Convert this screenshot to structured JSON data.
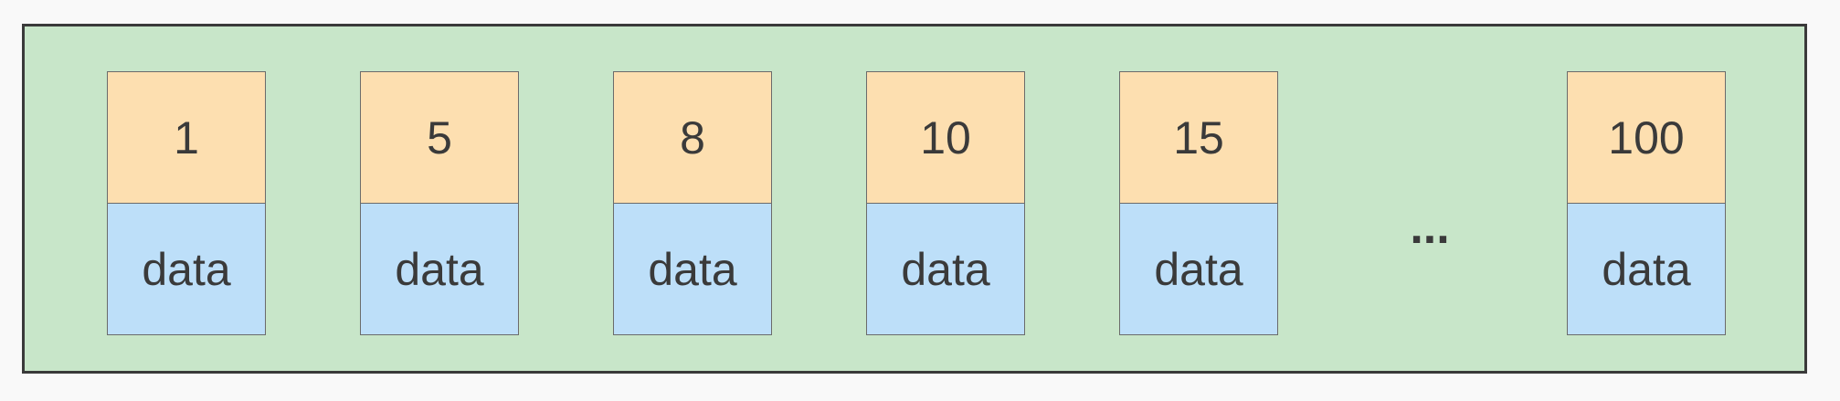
{
  "records": [
    {
      "key": "1",
      "data": "data"
    },
    {
      "key": "5",
      "data": "data"
    },
    {
      "key": "8",
      "data": "data"
    },
    {
      "key": "10",
      "data": "data"
    },
    {
      "key": "15",
      "data": "data"
    },
    {
      "key": "100",
      "data": "data"
    }
  ],
  "ellipsis": "...",
  "colors": {
    "page_background": "#c8e6c9",
    "key_cell": "#fddfb0",
    "data_cell": "#bddff9",
    "border": "#3a3a3a",
    "text": "#3a3a3a"
  }
}
